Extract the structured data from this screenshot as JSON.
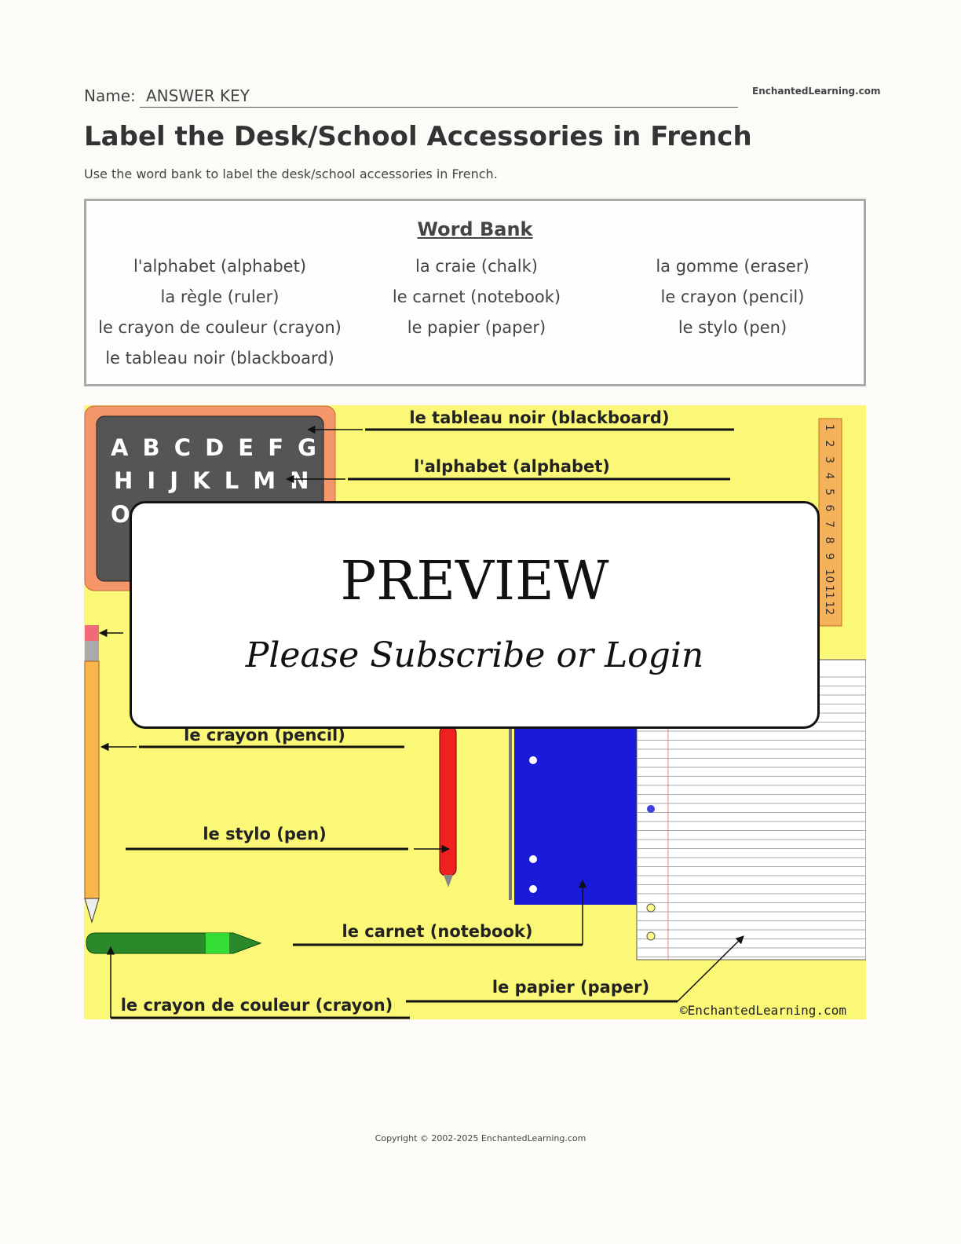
{
  "header": {
    "name_label": "Name:",
    "name_value": "ANSWER KEY",
    "site": "EnchantedLearning.com"
  },
  "title": "Label the Desk/School Accessories in French",
  "instructions": "Use the word bank to label the desk/school accessories in French.",
  "word_bank": {
    "title": "Word Bank",
    "columns": [
      [
        "l'alphabet (alphabet)",
        "la règle (ruler)",
        "le crayon de couleur (crayon)",
        "le tableau noir (blackboard)"
      ],
      [
        "la craie (chalk)",
        "le carnet (notebook)",
        "le papier (paper)"
      ],
      [
        "la gomme (eraser)",
        "le crayon (pencil)",
        "le stylo (pen)"
      ]
    ]
  },
  "illustration": {
    "letters": [
      "A B C D E F G",
      "H I J K L M N",
      "O"
    ],
    "ruler_numbers": [
      "1",
      "2",
      "3",
      "4",
      "5",
      "6",
      "7",
      "8",
      "9",
      "10",
      "11",
      "12"
    ],
    "labels": {
      "blackboard": "le tableau noir (blackboard)",
      "alphabet": "l'alphabet (alphabet)",
      "pencil": "le crayon (pencil)",
      "pen": "le stylo (pen)",
      "notebook": "le carnet (notebook)",
      "paper": "le papier (paper)",
      "crayon": "le crayon de couleur (crayon)"
    },
    "credit": "©EnchantedLearning.com",
    "colors": {
      "background": "#fbf877",
      "board": "#555555",
      "frame": "#f4956a",
      "notebook": "#1a1adb",
      "pen": "#f02020",
      "crayon": "#2a8a2a"
    }
  },
  "overlay": {
    "title": "PREVIEW",
    "subtitle": "Please Subscribe or Login"
  },
  "footer": {
    "copyright": "Copyright © 2002-2025 EnchantedLearning.com"
  }
}
